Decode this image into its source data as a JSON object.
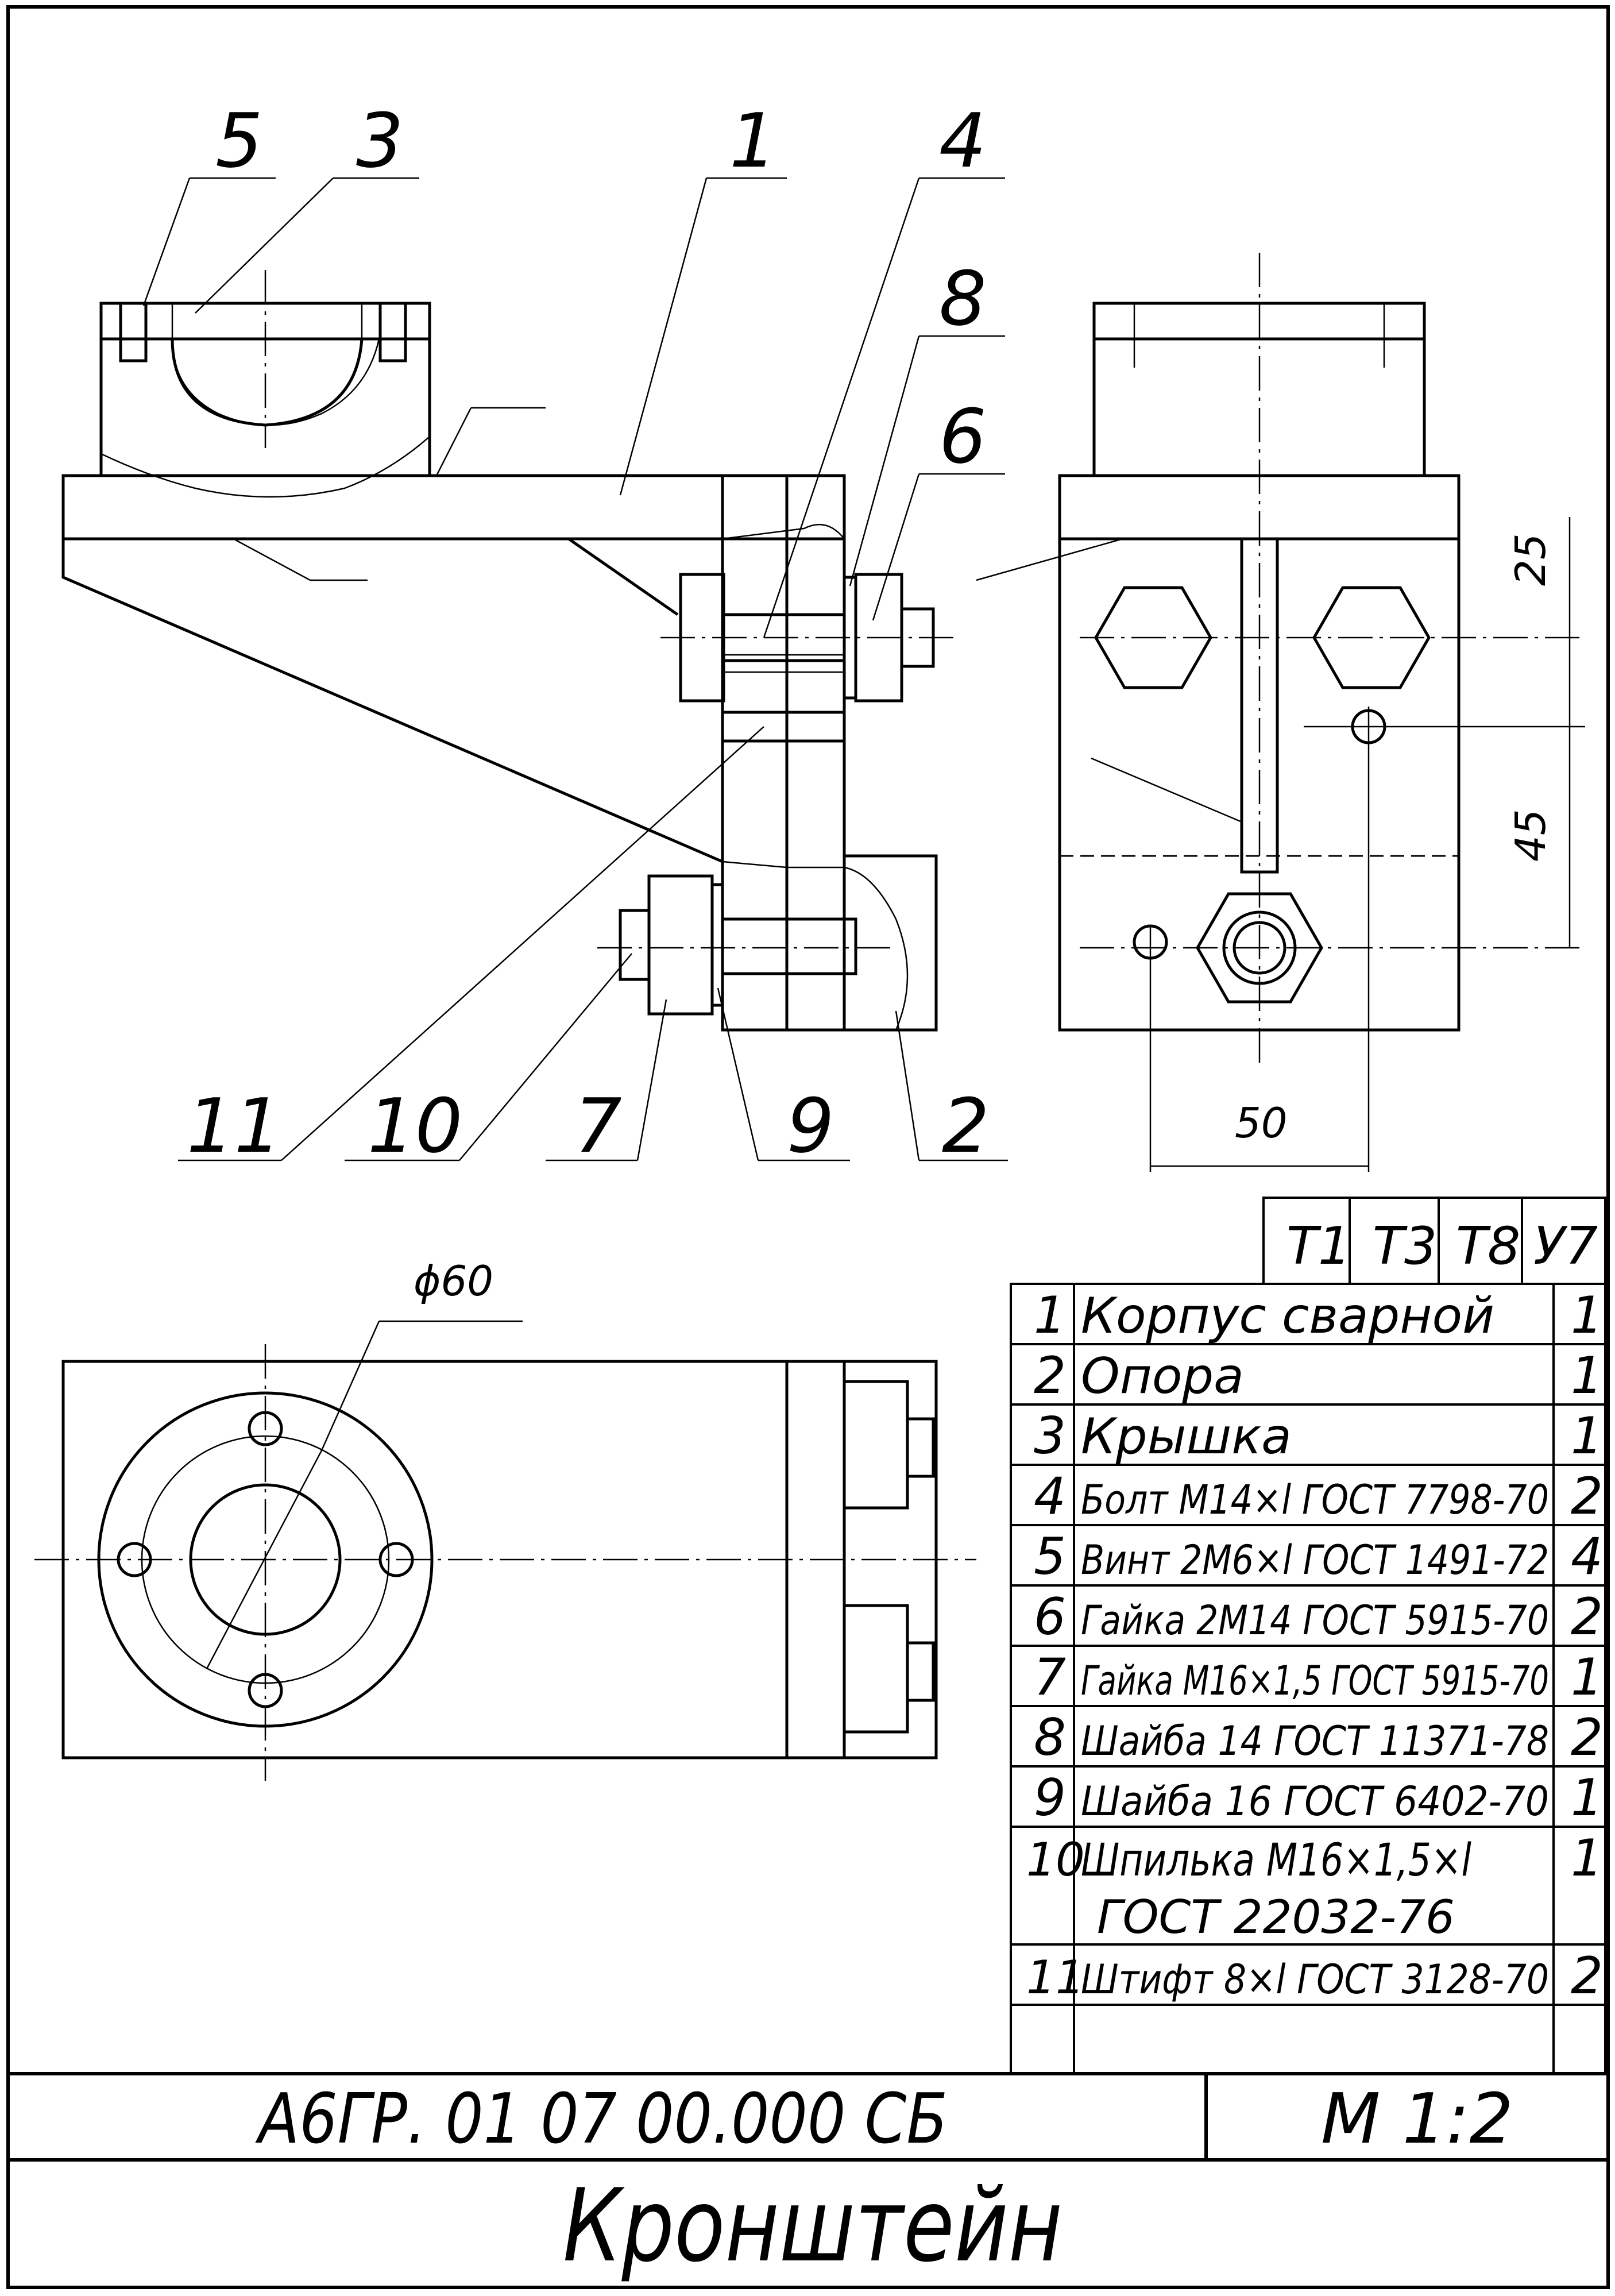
{
  "drawing": {
    "callouts": [
      "5",
      "3",
      "1",
      "4",
      "8",
      "6",
      "11",
      "10",
      "7",
      "9",
      "2"
    ],
    "dimensions": {
      "d25": "25",
      "d45": "45",
      "d50": "50",
      "dia60": "ϕ60"
    }
  },
  "spec_header": [
    "Т1",
    "Т3",
    "Т8",
    "У7"
  ],
  "parts_list": [
    {
      "pos": "1",
      "name": "Корпус сварной",
      "qty": "1"
    },
    {
      "pos": "2",
      "name": "Опора",
      "qty": "1"
    },
    {
      "pos": "3",
      "name": "Крышка",
      "qty": "1"
    },
    {
      "pos": "4",
      "name": "Болт М14×l ГОСТ 7798-70",
      "qty": "2"
    },
    {
      "pos": "5",
      "name": "Винт 2М6×l ГОСТ 1491-72",
      "qty": "4"
    },
    {
      "pos": "6",
      "name": "Гайка 2М14 ГОСТ 5915-70",
      "qty": "2"
    },
    {
      "pos": "7",
      "name": "Гайка М16×1,5 ГОСТ 5915-70",
      "qty": "1"
    },
    {
      "pos": "8",
      "name": "Шайба 14 ГОСТ 11371-78",
      "qty": "2"
    },
    {
      "pos": "9",
      "name": "Шайба 16 ГОСТ 6402-70",
      "qty": "1"
    },
    {
      "pos": "10",
      "name": "Шпилька М16×1,5×l",
      "qty": "1"
    },
    {
      "pos": "",
      "name": "ГОСТ 22032-76",
      "qty": ""
    },
    {
      "pos": "11",
      "name": "Штифт 8×l ГОСТ 3128-70",
      "qty": "2"
    }
  ],
  "title_block": {
    "designation": "А6ГР. 01 07 00.000 СБ",
    "scale": "М 1:2",
    "title": "Кронштейн"
  }
}
